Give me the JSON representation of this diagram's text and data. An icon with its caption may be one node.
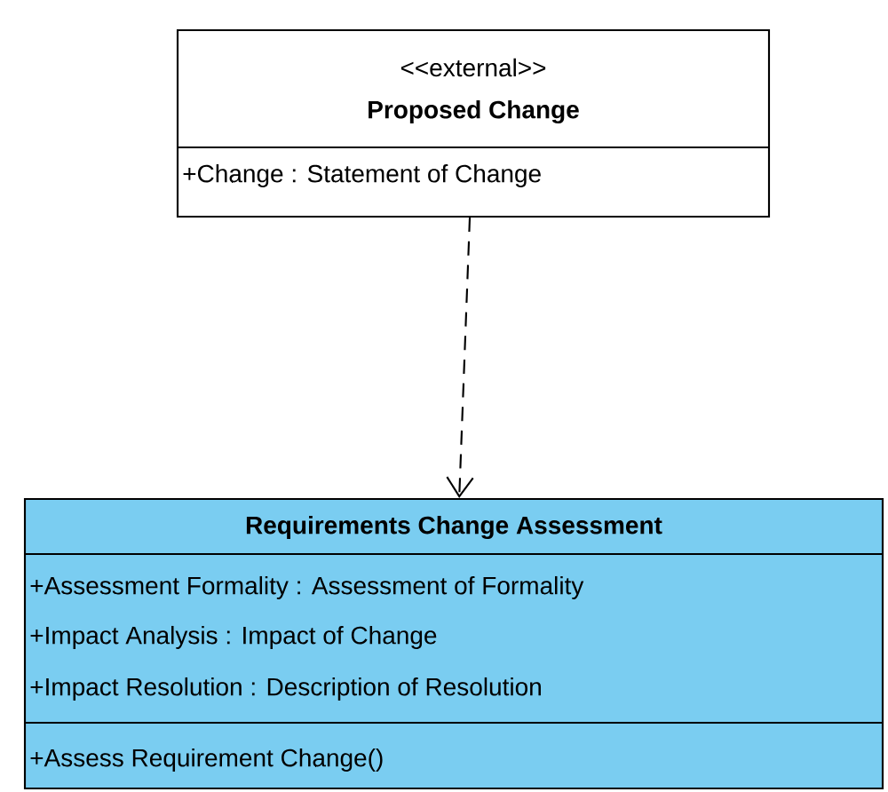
{
  "diagram": {
    "nodes": [
      {
        "text": [
          "<<external>>",
          "Proposed Change",
          "+Change : Statement of Change"
        ]
      },
      {
        "text": [
          "Requirements Change Assessment",
          "+Assessment Formality : Assessment of Formality",
          "+Impact Analysis : Impact of Change",
          "+Impact Resolution : Description of Resolution",
          "+Assess Requirement Change()"
        ]
      }
    ],
    "edges": [
      {
        "from": 0,
        "to": 1,
        "arrow": "to",
        "style": "dashed"
      }
    ]
  }
}
